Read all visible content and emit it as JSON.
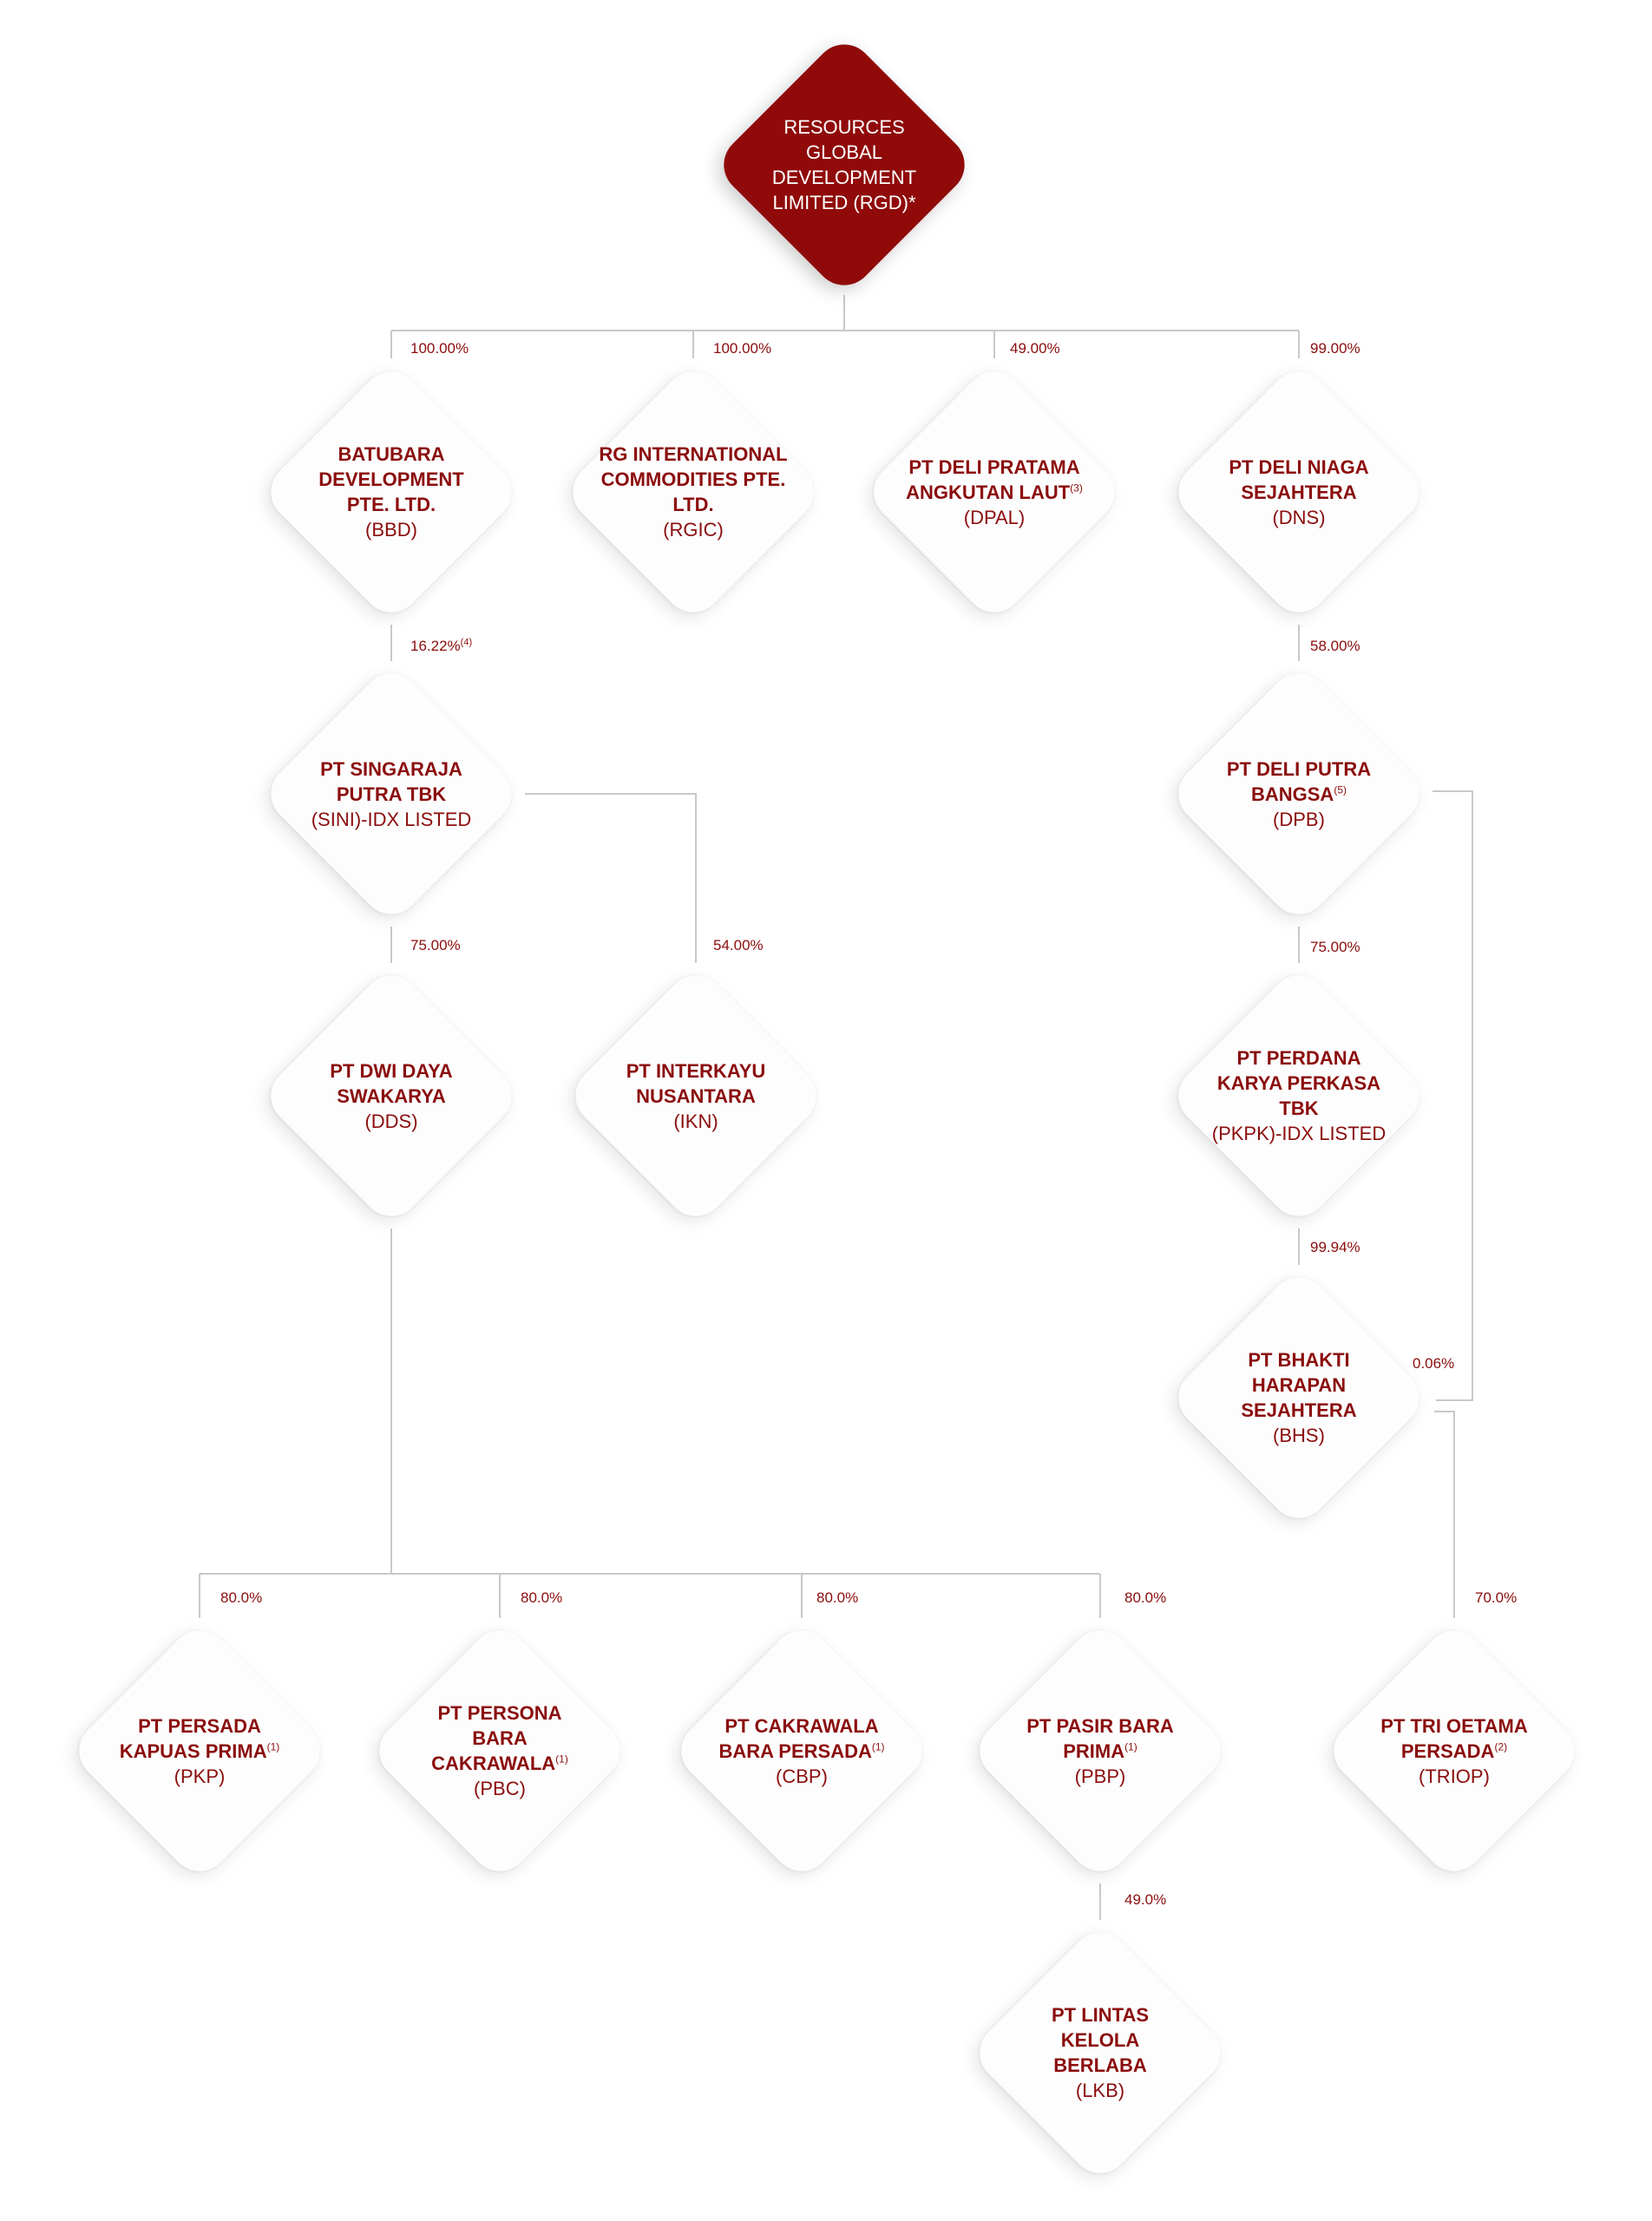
{
  "root": {
    "name": "RESOURCES GLOBAL DEVELOPMENT LIMITED (RGD)*"
  },
  "entities": {
    "bbd": {
      "name": "BATUBARA DEVELOPMENT PTE. LTD.",
      "code": "(BBD)"
    },
    "rgic": {
      "name": "RG INTERNATIONAL COMMODITIES PTE. LTD.",
      "code": "(RGIC)"
    },
    "dpal": {
      "name": "PT DELI PRATAMA ANGKUTAN LAUT",
      "note": "(3)",
      "code": "(DPAL)"
    },
    "dns": {
      "name": "PT DELI NIAGA SEJAHTERA",
      "code": "(DNS)"
    },
    "sini": {
      "name": "PT SINGARAJA PUTRA TBK",
      "code": "(SINI)-IDX LISTED"
    },
    "dpb": {
      "name": "PT DELI PUTRA BANGSA",
      "note": "(5)",
      "code": "(DPB)"
    },
    "dds": {
      "name": "PT DWI DAYA SWAKARYA",
      "code": "(DDS)"
    },
    "ikn": {
      "name": "PT INTERKAYU NUSANTARA",
      "code": "(IKN)"
    },
    "pkpk": {
      "name": "PT PERDANA KARYA PERKASA TBK",
      "code": "(PKPK)-IDX LISTED"
    },
    "bhs": {
      "name": "PT BHAKTI HARAPAN SEJAHTERA",
      "code": "(BHS)"
    },
    "pkp": {
      "name": "PT PERSADA KAPUAS PRIMA",
      "note": "(1)",
      "code": "(PKP)"
    },
    "pbc": {
      "name": "PT PERSONA BARA CAKRAWALA",
      "note": "(1)",
      "code": "(PBC)"
    },
    "cbp": {
      "name": "PT CAKRAWALA BARA PERSADA",
      "note": "(1)",
      "code": "(CBP)"
    },
    "pbp": {
      "name": "PT PASIR BARA PRIMA",
      "note": "(1)",
      "code": "(PBP)"
    },
    "triop": {
      "name": "PT TRI OETAMA PERSADA",
      "note": "(2)",
      "code": "(TRIOP)"
    },
    "lkb": {
      "name": "PT LINTAS KELOLA BERLABA",
      "code": "(LKB)"
    }
  },
  "ownership": {
    "rgd_bbd": "100.00%",
    "rgd_rgic": "100.00%",
    "rgd_dpal": "49.00%",
    "rgd_dns": "99.00%",
    "bbd_sini": "16.22%",
    "bbd_sini_note": "(4)",
    "dns_dpb": "58.00%",
    "sini_dds": "75.00%",
    "sini_ikn": "54.00%",
    "dpb_pkpk": "75.00%",
    "pkpk_bhs": "99.94%",
    "dpb_bhs": "0.06%",
    "dds_pkp": "80.0%",
    "dds_pbc": "80.0%",
    "dds_cbp": "80.0%",
    "dds_pbp": "80.0%",
    "bhs_triop": "70.0%",
    "pbp_lkb": "49.0%"
  },
  "colors": {
    "accent": "#8b0d0d",
    "root_fill": "#900a0a",
    "connector": "#c9c9c9",
    "node_fill": "#fdfdfd"
  }
}
